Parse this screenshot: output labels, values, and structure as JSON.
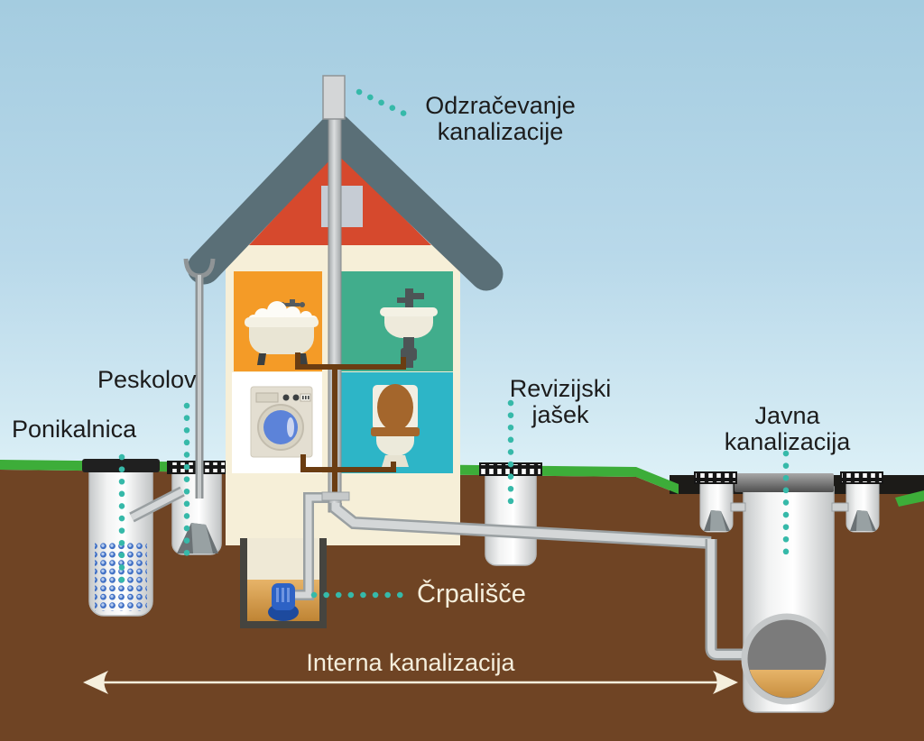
{
  "labels": {
    "vent": "Odzračevanje kanalizacije",
    "sand_trap": "Peskolov",
    "soakaway": "Ponikalnica",
    "inspection_shaft": "Revizijski jašek",
    "public_sewer": "Javna kanalizacija",
    "pumping_station": "Črpališče",
    "internal_sewer": "Interna kanalizacija"
  },
  "colors": {
    "sky_top": "#a4cce0",
    "sky_bottom": "#dcf0f7",
    "grass": "#3dad39",
    "soil": "#6f4424",
    "road": "#1c1b18",
    "house_wall": "#f6efd8",
    "roof": "#5a6f77",
    "gable": "#d6492d",
    "room_bathtub": "#f49b27",
    "room_sink": "#41ad8c",
    "room_toilet": "#2db5c7",
    "room_laundry": "#ffffff",
    "pipe_gray": "#ced1d2",
    "waste_pipe_brown": "#6b3d12",
    "leader_dots_teal": "#36b9a9",
    "label_dark": "#1c1c1c",
    "label_light": "#f5efdd",
    "sewage_amber": "#d69b4a",
    "pump_blue": "#2d62c5",
    "soakaway_holes_blue": "#3f6fc4"
  }
}
